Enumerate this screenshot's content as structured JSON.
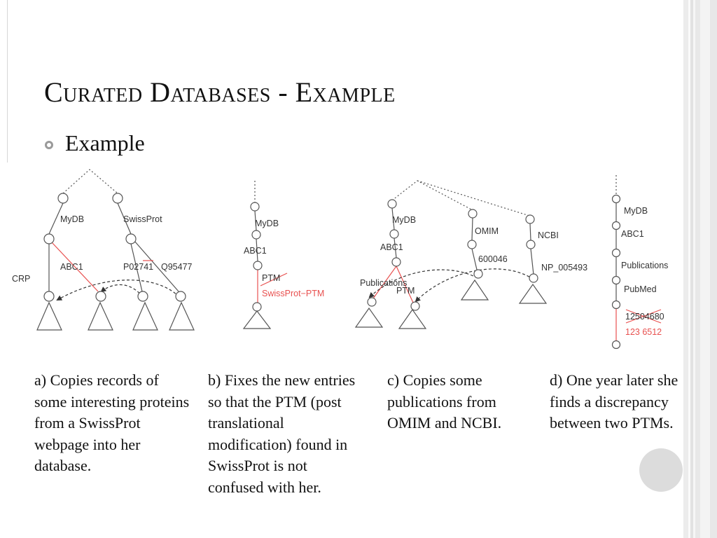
{
  "slide": {
    "title": "Curated Databases - Example",
    "bullet": "Example"
  },
  "diagram": {
    "a": {
      "labels": {
        "mydb": "MyDB",
        "swissprot": "SwissProt",
        "abc1": "ABC1",
        "crp": "CRP",
        "p02741": "P02741",
        "q95477": "Q95477"
      }
    },
    "b": {
      "labels": {
        "mydb": "MyDB",
        "abc1": "ABC1",
        "ptm": "PTM",
        "swissprot_ptm": "SwissProt−PTM"
      }
    },
    "c": {
      "labels": {
        "mydb": "MyDB",
        "abc1": "ABC1",
        "omim": "OMIM",
        "ncbi": "NCBI",
        "omim_id": "600046",
        "ncbi_id": "NP_005493",
        "publications": "Publications",
        "ptm": "PTM"
      }
    },
    "d": {
      "labels": {
        "mydb": "MyDB",
        "abc1": "ABC1",
        "publications": "Publications",
        "pubmed": "PubMed",
        "old_id": "12504680",
        "new_id": "123 6512"
      }
    },
    "colors": {
      "edge": "#555555",
      "highlight": "#e8504f",
      "node": "#ffffff"
    }
  },
  "captions": {
    "a": "a) Copies records of some interesting proteins from a SwissProt webpage into her database.",
    "b": "b) Fixes the new entries so that the PTM (post translational modification) found in SwissProt is not confused with her.",
    "c": "c) Copies some publications from OMIM and NCBI.",
    "d": "d) One year later she finds a discrepancy between two PTMs."
  }
}
